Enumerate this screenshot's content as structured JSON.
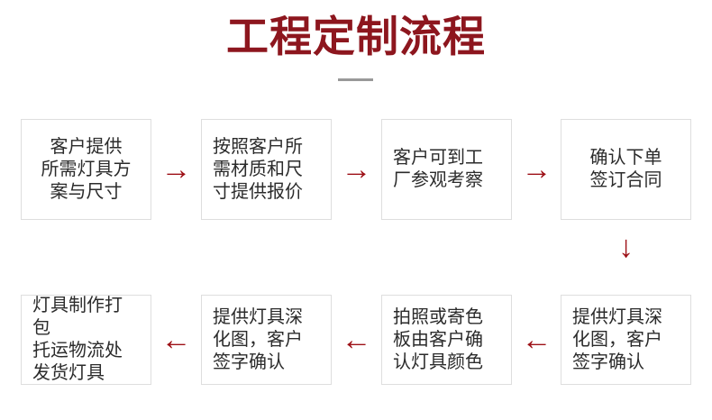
{
  "header": {
    "title": "工程定制流程"
  },
  "flow": {
    "steps": [
      {
        "id": 1,
        "lines": [
          "客户提供",
          "所需灯具方",
          "案与尺寸"
        ]
      },
      {
        "id": 2,
        "lines": [
          "按照客户所",
          "需材质和尺",
          "寸提供报价"
        ]
      },
      {
        "id": 3,
        "lines": [
          "客户可到工",
          "厂参观考察"
        ]
      },
      {
        "id": 4,
        "lines": [
          "确认下单",
          "签订合同"
        ]
      },
      {
        "id": 5,
        "lines": [
          "提供灯具深",
          "化图，客户",
          "签字确认"
        ]
      },
      {
        "id": 6,
        "lines": [
          "拍照或寄色",
          "板由客户确",
          "认灯具颜色"
        ]
      },
      {
        "id": 7,
        "lines": [
          "提供灯具深",
          "化图，客户",
          "签字确认"
        ]
      },
      {
        "id": 8,
        "lines": [
          "灯具制作打包",
          "托运物流处",
          "发货灯具"
        ]
      }
    ],
    "icons": {
      "arrow_right": "→",
      "arrow_left": "←",
      "arrow_down": "↓"
    }
  },
  "colors": {
    "title_red": "#8d161e",
    "arrow_red": "#9d1016",
    "box_border": "#dedede",
    "box_text": "#2b2b2b",
    "divider_gray": "#999999"
  }
}
